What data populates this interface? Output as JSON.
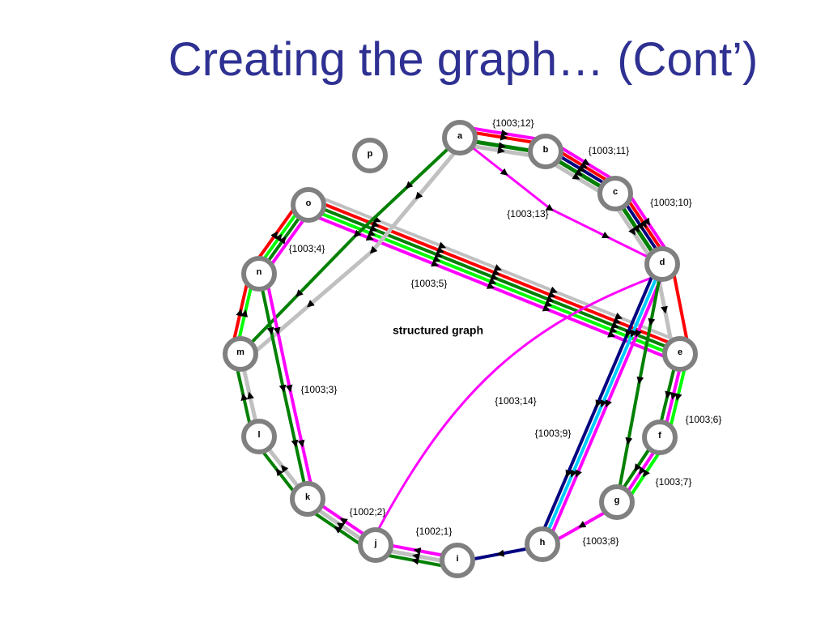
{
  "title": "Creating the graph… (Cont’)",
  "center_label": "structured graph",
  "colors": {
    "title": "#2e3192",
    "magenta": "#ff00ff",
    "red": "#ff0000",
    "dark_green": "#008000",
    "light_green": "#00ff00",
    "gray": "#c0c0c0",
    "navy": "#000080",
    "cyan": "#00ccff",
    "node_stroke": "#808080"
  },
  "nodes": [
    {
      "id": "a",
      "label": "a"
    },
    {
      "id": "b",
      "label": "b"
    },
    {
      "id": "c",
      "label": "c"
    },
    {
      "id": "d",
      "label": "d"
    },
    {
      "id": "e",
      "label": "e"
    },
    {
      "id": "f",
      "label": "f"
    },
    {
      "id": "g",
      "label": "g"
    },
    {
      "id": "h",
      "label": "h"
    },
    {
      "id": "i",
      "label": "i"
    },
    {
      "id": "j",
      "label": "j"
    },
    {
      "id": "k",
      "label": "k"
    },
    {
      "id": "l",
      "label": "l"
    },
    {
      "id": "m",
      "label": "m"
    },
    {
      "id": "n",
      "label": "n"
    },
    {
      "id": "o",
      "label": "o"
    },
    {
      "id": "p",
      "label": "p"
    }
  ],
  "edge_labels": [
    "{1003;12}",
    "{1003;11}",
    "{1003;10}",
    "{1003;13}",
    "{1003;4}",
    "{1003;5}",
    "{1003;3}",
    "{1003;14}",
    "{1003;6}",
    "{1003;9}",
    "{1003;7}",
    "{1002;2}",
    "{1002;1}",
    "{1003;8}"
  ]
}
